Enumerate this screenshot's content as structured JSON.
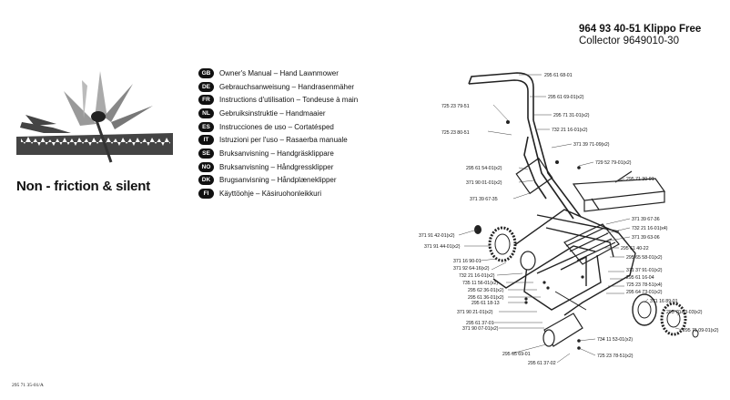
{
  "header": {
    "model": "964 93 40-51 Klippo Free",
    "collector": "Collector 9649010-30"
  },
  "tagline": "Non - friction & silent",
  "languages": [
    {
      "code": "GB",
      "text": "Owner's Manual – Hand Lawnmower"
    },
    {
      "code": "DE",
      "text": "Gebrauchsanweisung – Handrasenmäher"
    },
    {
      "code": "FR",
      "text": "Instructions d'utilisation – Tondeuse à main"
    },
    {
      "code": "NL",
      "text": "Gebruiksinstruktie – Handmaaier"
    },
    {
      "code": "ES",
      "text": "Instrucciones de uso – Cortatésped"
    },
    {
      "code": "IT",
      "text": "Istruzioni per l'uso – Rasaerba manuale"
    },
    {
      "code": "SE",
      "text": "Bruksanvisning – Handgräsklippare"
    },
    {
      "code": "NO",
      "text": "Bruksanvisning – Håndgressklipper"
    },
    {
      "code": "DK",
      "text": "Brugsanvisning – Håndplæneklipper"
    },
    {
      "code": "FI",
      "text": "Käyttöohje – Käsiruohonleikkuri"
    }
  ],
  "parts": [
    "295 61 68-01",
    "295 61 69-01(x2)",
    "725 23 79-51",
    "295 71 31-01(x2)",
    "732 21 16-01(x2)",
    "725 23 80-51",
    "371 39 71-09(x2)",
    "729 52 79-01(x2)",
    "295 61 54-01(x2)",
    "371 90 01-01(x2)",
    "295 71 30-01",
    "371 39 67-35",
    "371 39 67-36",
    "732 21 16-01(x4)",
    "371 39 63-06",
    "371 91 42-01(x2)",
    "295 61 40-22",
    "371 91 44-01(x2)",
    "295 65 58-01(x2)",
    "371 16 90-01",
    "371 92 64-16(x2)",
    "371 37 91-01(x2)",
    "732 21 16-01(x2)",
    "295 61 16-04",
    "735 11 56-01(x2)",
    "725 23 78-51(x4)",
    "295 62 36-01(x2)",
    "295 64 73-01(x2)",
    "295 61 36-01(x2)",
    "295 61 18-13",
    "371 16 89-01",
    "371 90 21-01(x2)",
    "295 70 83-03(x2)",
    "295 61 37-01",
    "371 90 07-01(x2)",
    "295 71 09-01(x2)",
    "734 11 53-01(x2)",
    "295 65 69-01",
    "725 23 78-51(x2)",
    "295 61 37-02"
  ],
  "footer": "295 71 35-01/A"
}
